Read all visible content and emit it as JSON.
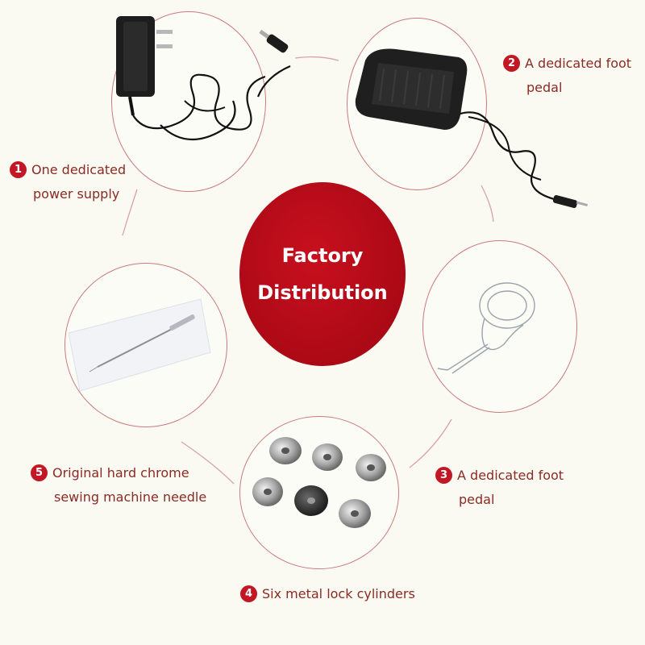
{
  "center": {
    "line1": "Factory",
    "line2": "Distribution"
  },
  "items": [
    {
      "number": "1",
      "line1": "One dedicated",
      "line2": "power supply",
      "icon": "power-adapter-icon"
    },
    {
      "number": "2",
      "line1": "A dedicated foot",
      "line2": "pedal",
      "icon": "foot-pedal-icon"
    },
    {
      "number": "3",
      "line1": "A dedicated foot",
      "line2": "pedal",
      "icon": "needle-threader-icon"
    },
    {
      "number": "4",
      "line1": "Six metal lock cylinders",
      "line2": "",
      "icon": "bobbins-icon"
    },
    {
      "number": "5",
      "line1": "Original hard chrome",
      "line2": "sewing machine needle",
      "icon": "sewing-needle-icon"
    }
  ],
  "colors": {
    "accent": "#c21826",
    "ring": "#c97a7f",
    "text": "#8a2a24",
    "background": "#fbfaf2"
  }
}
